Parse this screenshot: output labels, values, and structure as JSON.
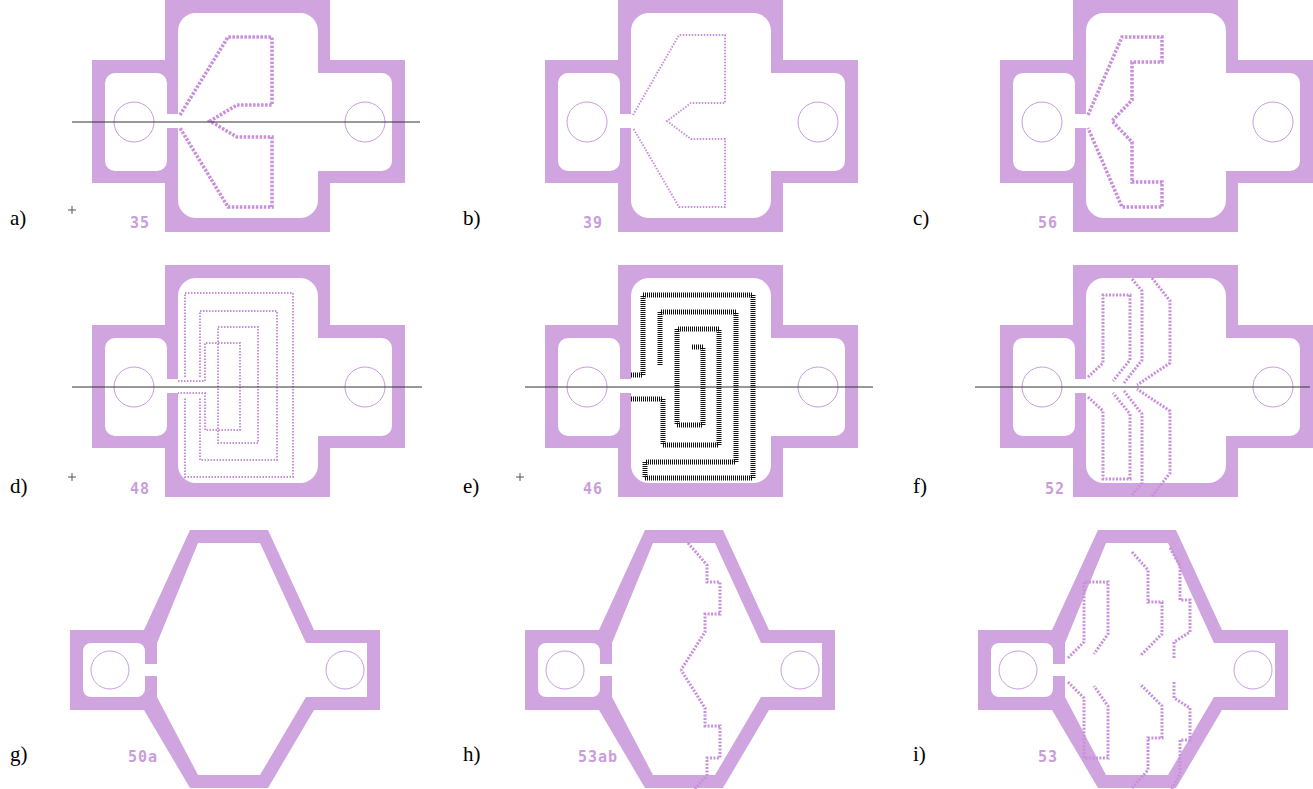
{
  "diagram": {
    "labels": [
      "a)",
      "35",
      "b)",
      "39",
      "c)",
      "56",
      "d)",
      "48",
      "e)",
      "46",
      "f)",
      "52",
      "g)",
      "50a",
      "h)",
      "53ab",
      "i)",
      "53"
    ]
  }
}
